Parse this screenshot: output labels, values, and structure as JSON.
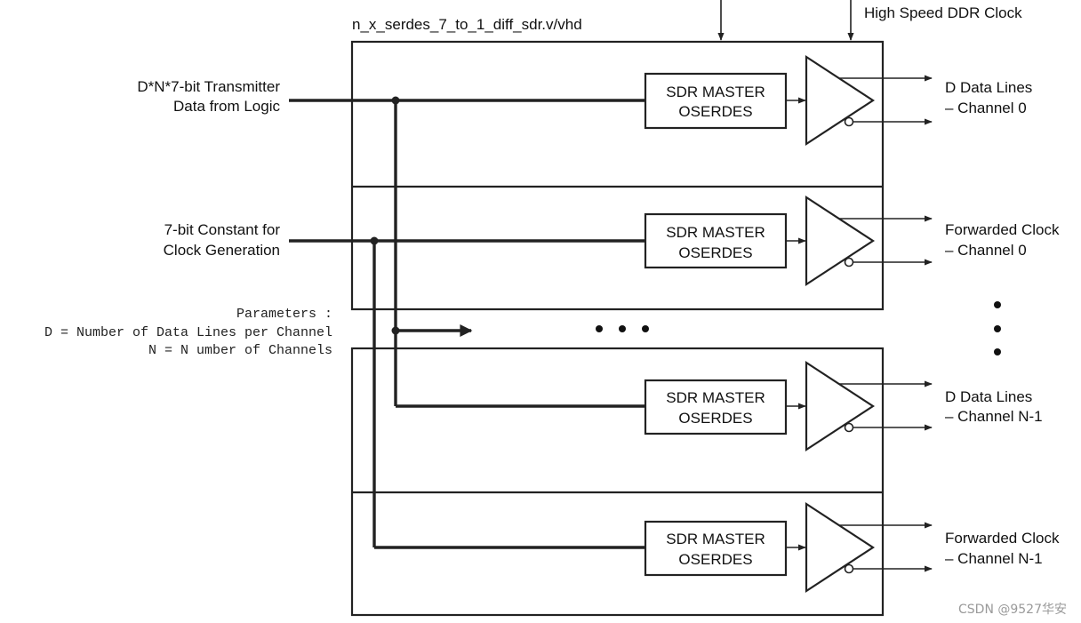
{
  "module_title": "n_x_serdes_7_to_1_diff_sdr.v/vhd",
  "clock_input_label": "High Speed DDR Clock",
  "inputs": {
    "data_line1": "D*N*7-bit  Transmitter",
    "data_line2": "Data from Logic",
    "const_line1": "7-bit Constant for",
    "const_line2": "Clock Generation"
  },
  "parameters": {
    "line1": "Parameters :",
    "line2": "D = Number of Data Lines per Channel",
    "line3": "N = N umber of Channels"
  },
  "blocks": [
    {
      "line1": "SDR MASTER",
      "line2": "OSERDES",
      "out1": "D Data Lines",
      "out2": "– Channel 0"
    },
    {
      "line1": "SDR MASTER",
      "line2": "OSERDES",
      "out1": "Forwarded Clock",
      "out2": "– Channel 0"
    },
    {
      "line1": "SDR MASTER",
      "line2": "OSERDES",
      "out1": "D Data Lines",
      "out2": "– Channel N-1"
    },
    {
      "line1": "SDR MASTER",
      "line2": "OSERDES",
      "out1": "Forwarded Clock",
      "out2": "– Channel N-1"
    }
  ],
  "watermark": "CSDN @9527华安"
}
